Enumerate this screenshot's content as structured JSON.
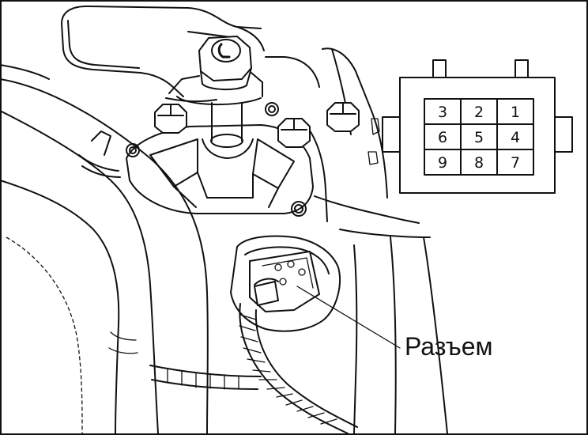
{
  "callout": {
    "label": "Разъем"
  },
  "connector_pinout": {
    "rows": [
      [
        "3",
        "2",
        "1"
      ],
      [
        "6",
        "5",
        "4"
      ],
      [
        "9",
        "8",
        "7"
      ]
    ]
  }
}
